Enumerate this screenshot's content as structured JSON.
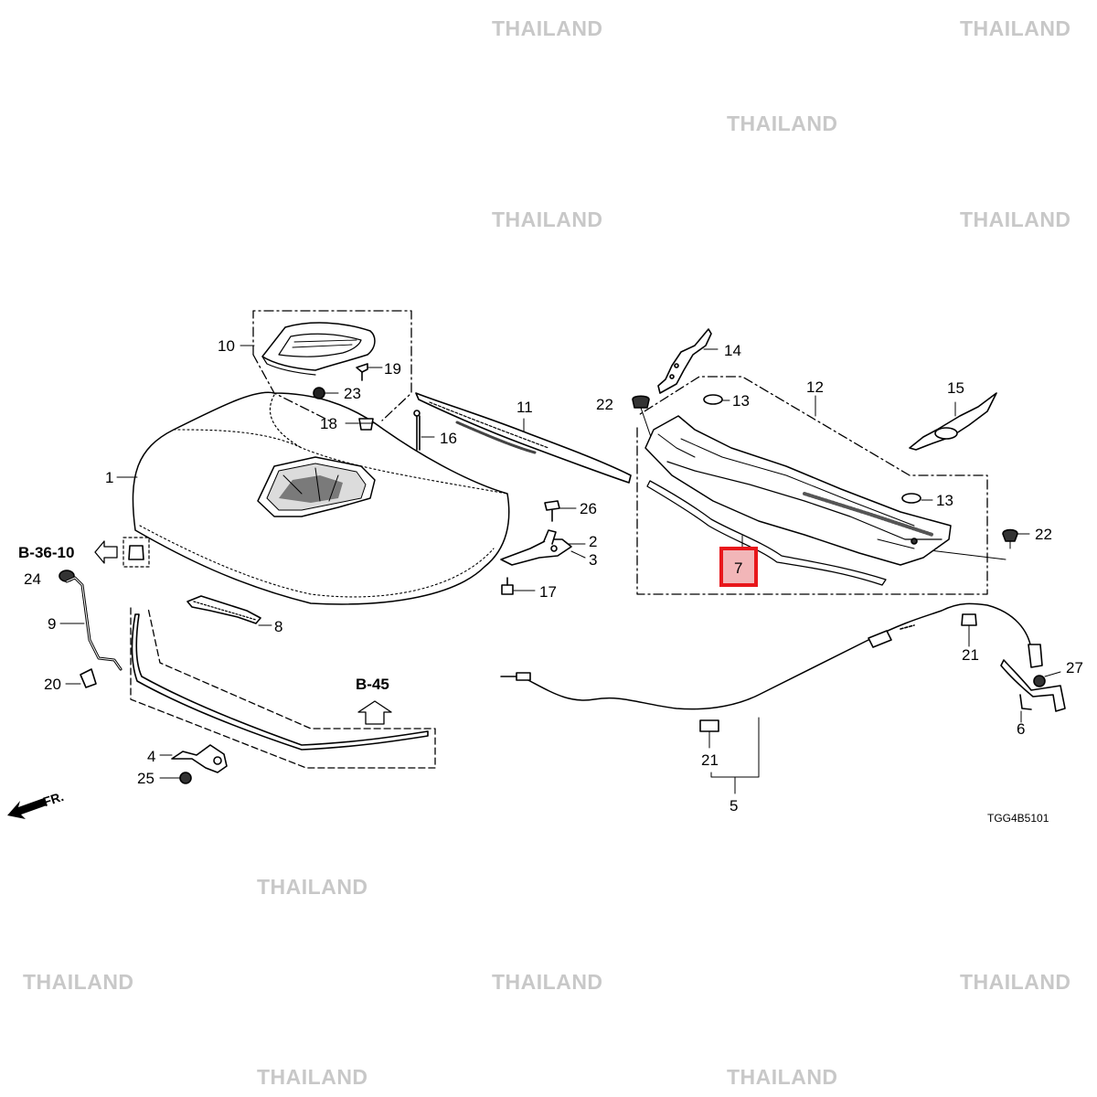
{
  "watermark": "THAILAND",
  "diagram_code": "TGG4B5101",
  "front_label": "FR.",
  "refs": {
    "b36": "B-36-10",
    "b45": "B-45"
  },
  "highlight": {
    "part": "7",
    "color": "#e8171b"
  },
  "parts": {
    "p1": "1",
    "p2": "2",
    "p3": "3",
    "p4": "4",
    "p5": "5",
    "p6": "6",
    "p7": "7",
    "p8": "8",
    "p9": "9",
    "p10": "10",
    "p11": "11",
    "p12": "12",
    "p13a": "13",
    "p13b": "13",
    "p14": "14",
    "p15": "15",
    "p16": "16",
    "p17": "17",
    "p18": "18",
    "p19": "19",
    "p20": "20",
    "p21a": "21",
    "p21b": "21",
    "p22a": "22",
    "p22b": "22",
    "p23": "23",
    "p24": "24",
    "p25": "25",
    "p26": "26",
    "p27": "27"
  }
}
